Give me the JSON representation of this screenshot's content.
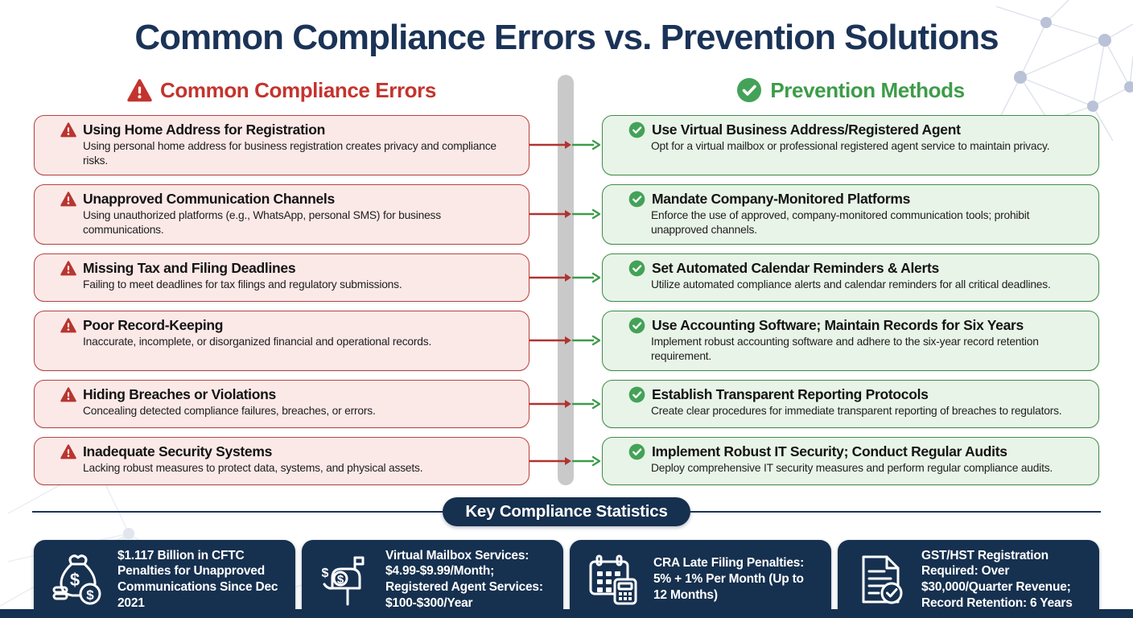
{
  "title": "Common Compliance Errors vs. Prevention Solutions",
  "errors": {
    "header": "Common Compliance Errors",
    "items": [
      {
        "title": "Using Home Address for Registration",
        "desc": "Using personal home address for business registration creates privacy and compliance risks."
      },
      {
        "title": "Unapproved Communication Channels",
        "desc": "Using unauthorized platforms (e.g., WhatsApp, personal SMS) for business communications."
      },
      {
        "title": "Missing Tax and Filing Deadlines",
        "desc": "Failing to meet deadlines for tax filings and regulatory submissions."
      },
      {
        "title": "Poor Record-Keeping",
        "desc": "Inaccurate, incomplete, or disorganized financial and operational records."
      },
      {
        "title": "Hiding Breaches or Violations",
        "desc": "Concealing detected compliance failures, breaches, or errors."
      },
      {
        "title": "Inadequate Security Systems",
        "desc": "Lacking robust measures to protect data, systems, and physical assets."
      }
    ]
  },
  "preventions": {
    "header": "Prevention Methods",
    "items": [
      {
        "title": "Use Virtual Business Address/Registered Agent",
        "desc": "Opt for a virtual mailbox or professional registered agent service to maintain privacy."
      },
      {
        "title": "Mandate Company-Monitored Platforms",
        "desc": "Enforce the use of approved, company-monitored communication tools; prohibit unapproved channels."
      },
      {
        "title": "Set Automated Calendar Reminders & Alerts",
        "desc": "Utilize automated compliance alerts and calendar reminders for all critical deadlines."
      },
      {
        "title": "Use Accounting Software; Maintain Records for Six Years",
        "desc": "Implement robust accounting software and adhere to the six-year record retention requirement."
      },
      {
        "title": "Establish Transparent Reporting Protocols",
        "desc": "Create clear procedures for immediate transparent reporting of breaches to regulators."
      },
      {
        "title": "Implement Robust IT Security; Conduct Regular Audits",
        "desc": "Deploy comprehensive IT security measures and perform regular compliance audits."
      }
    ]
  },
  "statistics": {
    "header": "Key Compliance Statistics",
    "cards": [
      {
        "icon": "money-bag-icon",
        "text": "$1.117 Billion in CFTC Penalties for Unapproved Communications Since Dec 2021"
      },
      {
        "icon": "mailbox-icon",
        "text": "Virtual Mailbox Services: $4.99-$9.99/Month; Registered Agent Services: $100-$300/Year"
      },
      {
        "icon": "calendar-calculator-icon",
        "text": "CRA Late Filing Penalties: 5% + 1% Per Month (Up to 12 Months)"
      },
      {
        "icon": "document-check-icon",
        "text": "GST/HST Registration Required: Over $30,000/Quarter Revenue; Record Retention: 6 Years"
      }
    ]
  },
  "colors": {
    "title_navy": "#1b3357",
    "error_red": "#c4342e",
    "prevention_green": "#3d9c49",
    "error_box_bg": "#fbe9e8",
    "error_box_border": "#b8443f",
    "prevention_box_bg": "#e9f4e8",
    "prevention_box_border": "#3f8f4a",
    "stat_card_navy": "#16304f",
    "spine_gray": "#c9c9c9"
  }
}
